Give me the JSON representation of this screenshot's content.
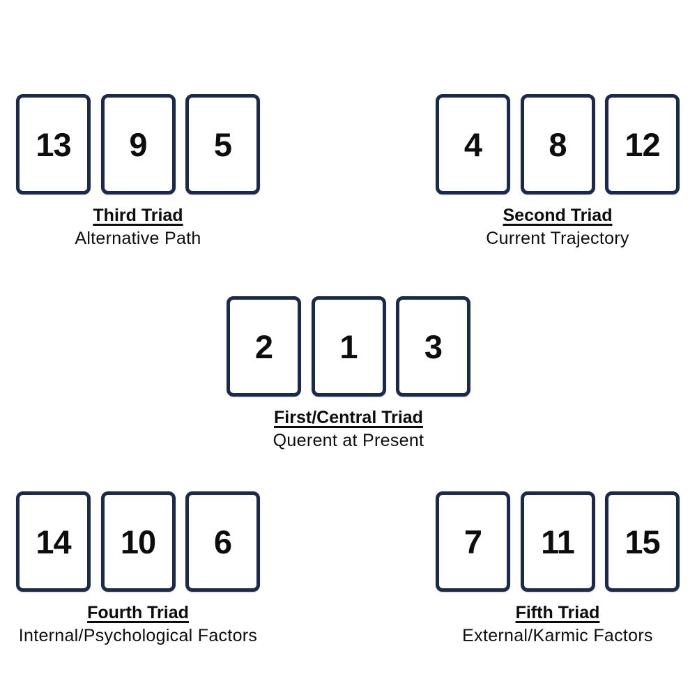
{
  "diagram": {
    "kind": "tarot-spread-layout",
    "background_color": "#ffffff",
    "card_border_color": "#1b2a4a",
    "text_color": "#0d0d0d"
  },
  "triads": [
    {
      "title": "Third Triad",
      "subtitle": "Alternative Path",
      "cards": [
        "13",
        "9",
        "5"
      ]
    },
    {
      "title": "Second Triad",
      "subtitle": "Current Trajectory",
      "cards": [
        "4",
        "8",
        "12"
      ]
    },
    {
      "title": "First/Central Triad",
      "subtitle": "Querent at Present",
      "cards": [
        "2",
        "1",
        "3"
      ]
    },
    {
      "title": "Fourth Triad",
      "subtitle": "Internal/Psychological Factors",
      "cards": [
        "14",
        "10",
        "6"
      ]
    },
    {
      "title": "Fifth Triad",
      "subtitle": "External/Karmic Factors",
      "cards": [
        "7",
        "11",
        "15"
      ]
    }
  ]
}
